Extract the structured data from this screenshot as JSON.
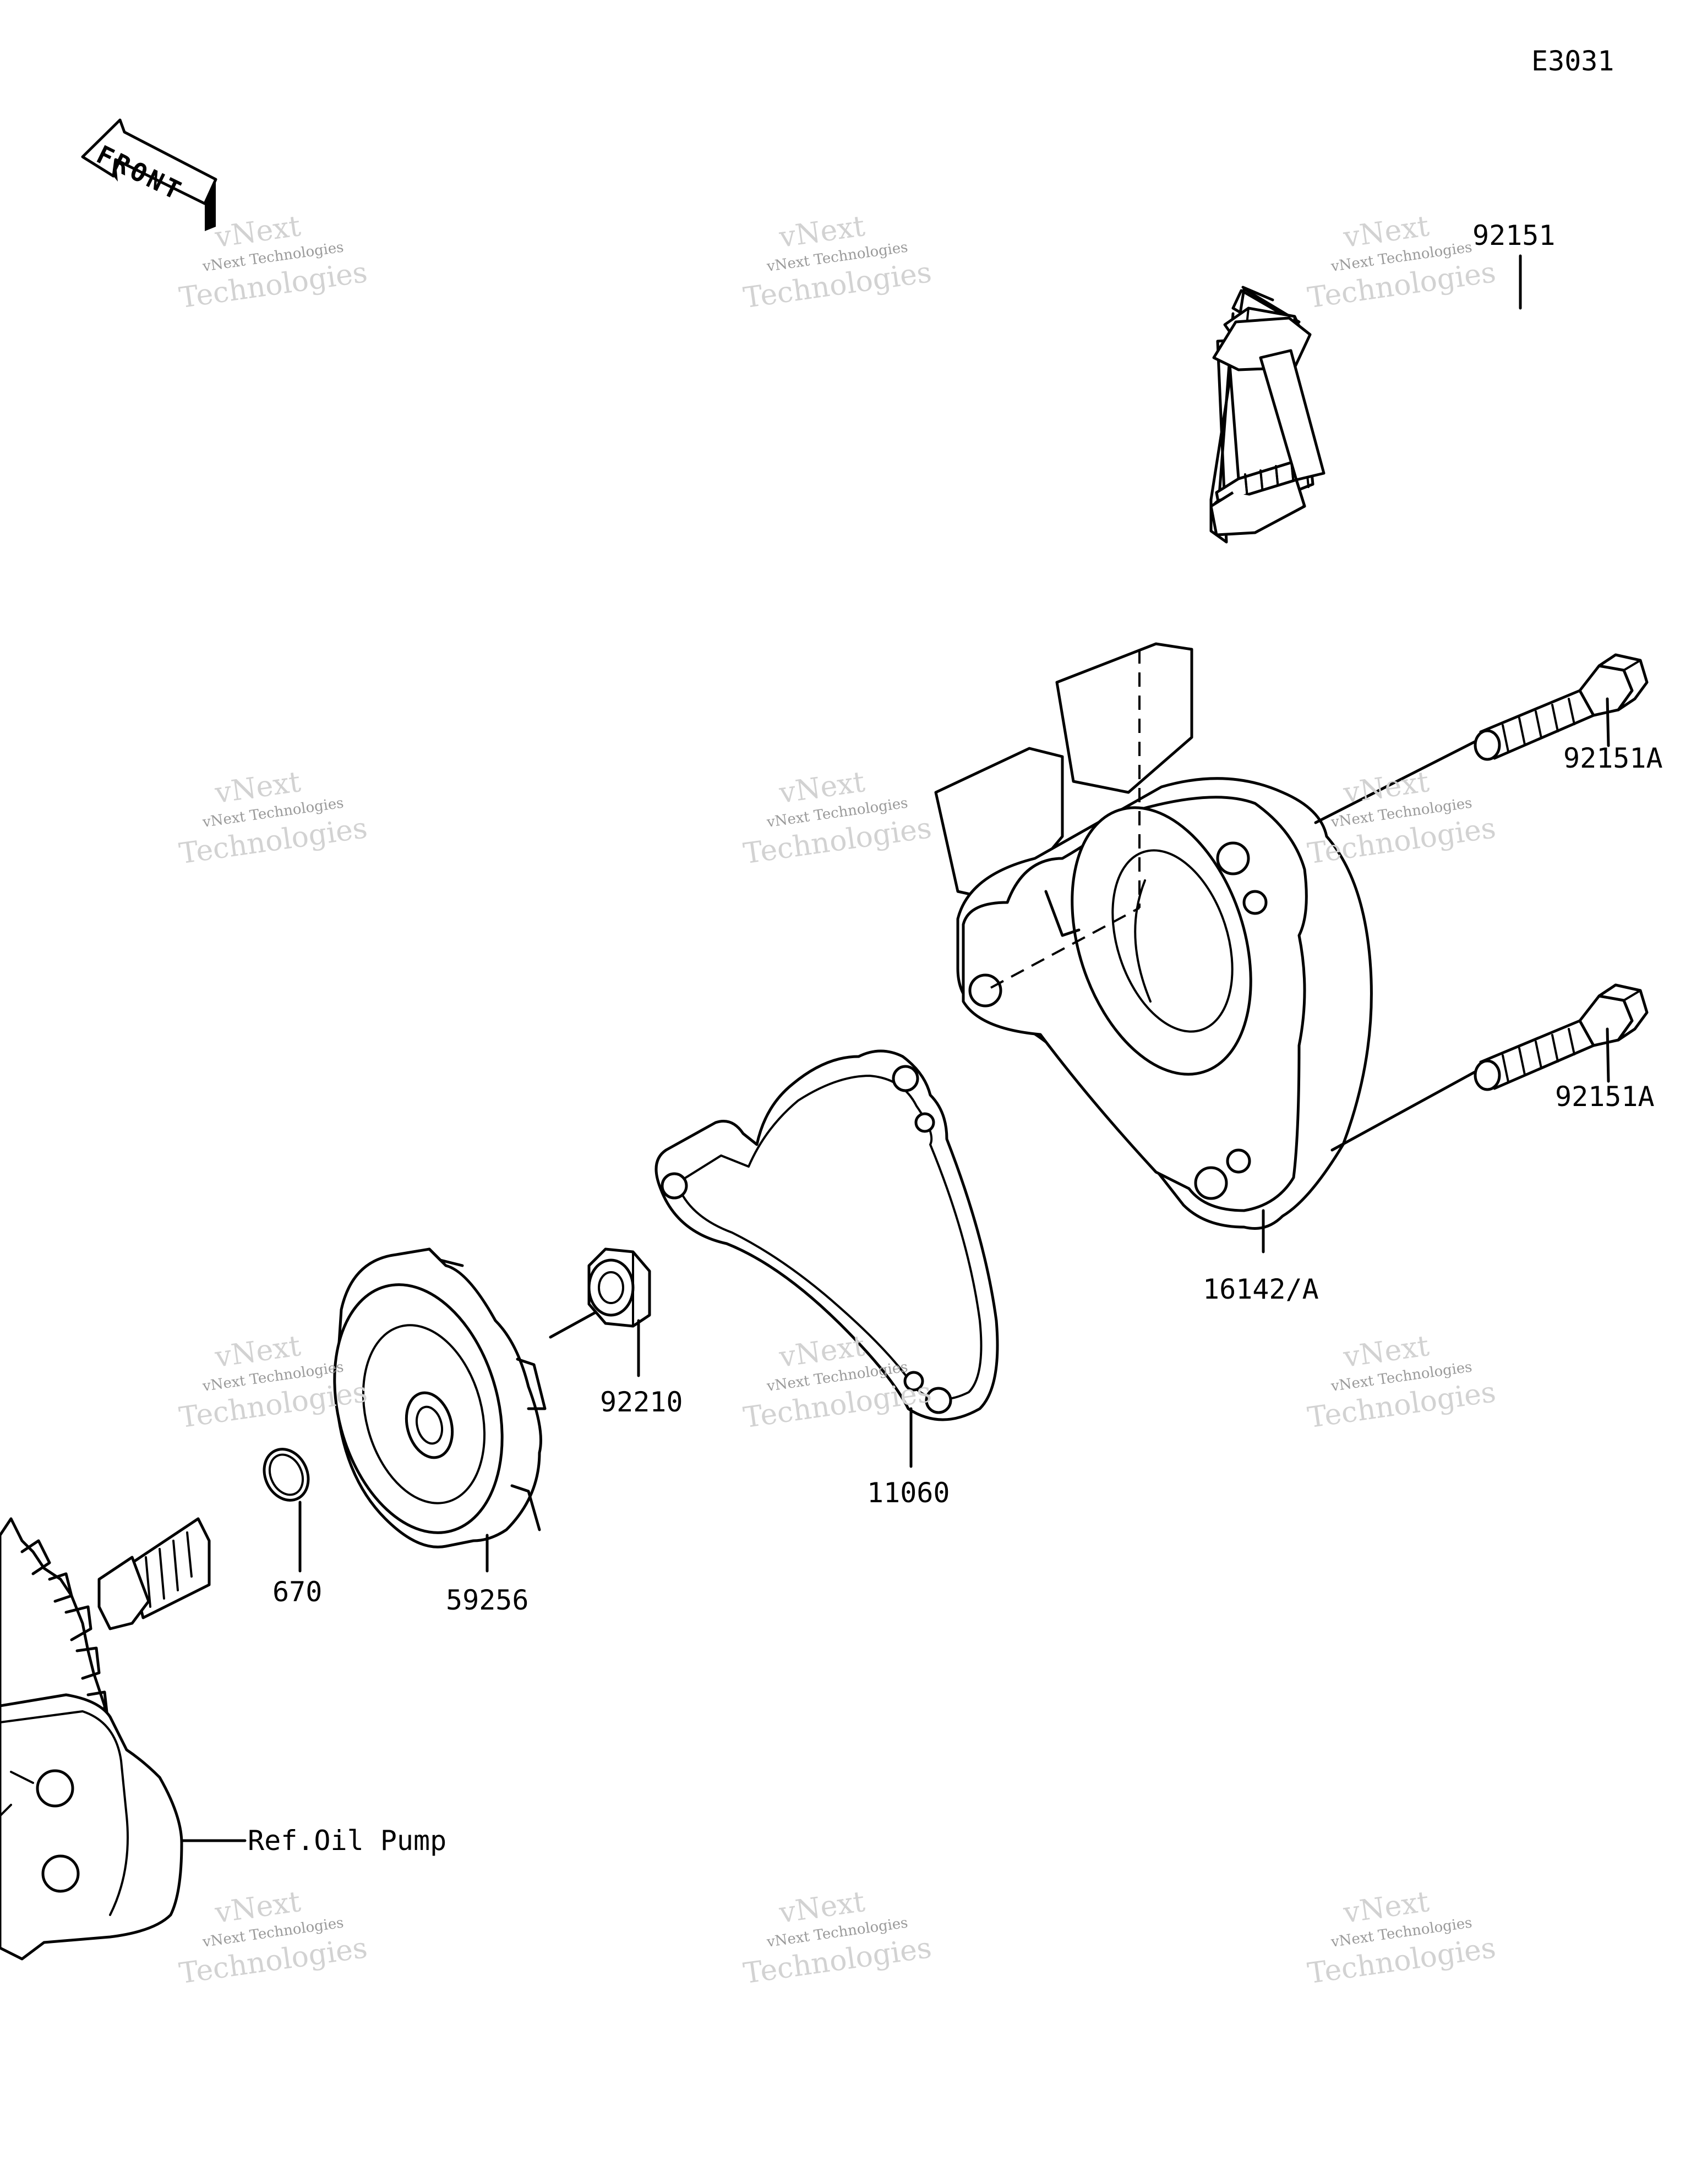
{
  "diagram_code": "E3031",
  "front_arrow": {
    "label": "FRONT",
    "icon": "front-arrow-icon"
  },
  "callouts": {
    "bolt_long": "92151",
    "bolt_upper": "92151A",
    "bolt_lower": "92151A",
    "pump_cover": "16142/A",
    "gasket": "11060",
    "nut": "92210",
    "impeller": "59256",
    "o_ring": "670",
    "ref_oil_pump": "Ref.Oil Pump"
  },
  "watermark": {
    "line1": "vNext Technologies",
    "line2": "Technologies",
    "line3": "vNext"
  }
}
